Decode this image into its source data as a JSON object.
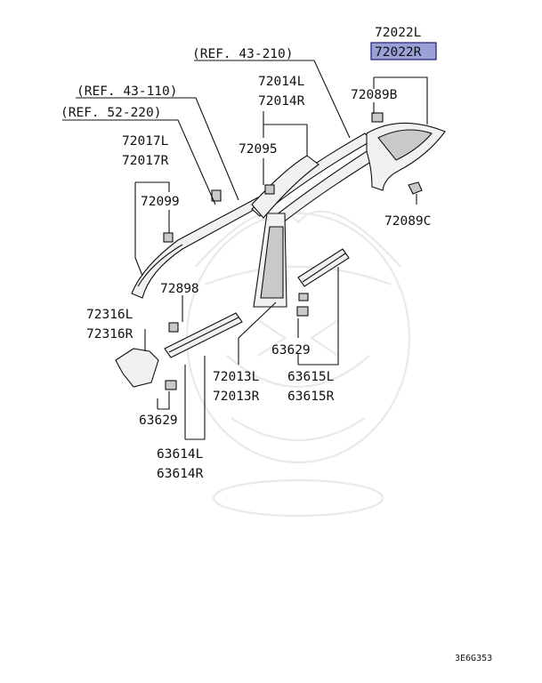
{
  "labels": {
    "ref_43_210": "(REF. 43-210)",
    "ref_43_110": "(REF. 43-110)",
    "ref_52_220": "(REF. 52-220)",
    "p72022L": "72022L",
    "p72022R": "72022R",
    "p72089B": "72089B",
    "p72089C": "72089C",
    "p72014L": "72014L",
    "p72014R": "72014R",
    "p72095": "72095",
    "p72017L": "72017L",
    "p72017R": "72017R",
    "p72099": "72099",
    "p72898": "72898",
    "p72316L": "72316L",
    "p72316R": "72316R",
    "p63629a": "63629",
    "p63629b": "63629",
    "p72013L": "72013L",
    "p72013R": "72013R",
    "p63615L": "63615L",
    "p63615R": "63615R",
    "p63614L": "63614L",
    "p63614R": "63614R",
    "code": "3E6G353"
  },
  "highlight_color": "#9aa0d8"
}
